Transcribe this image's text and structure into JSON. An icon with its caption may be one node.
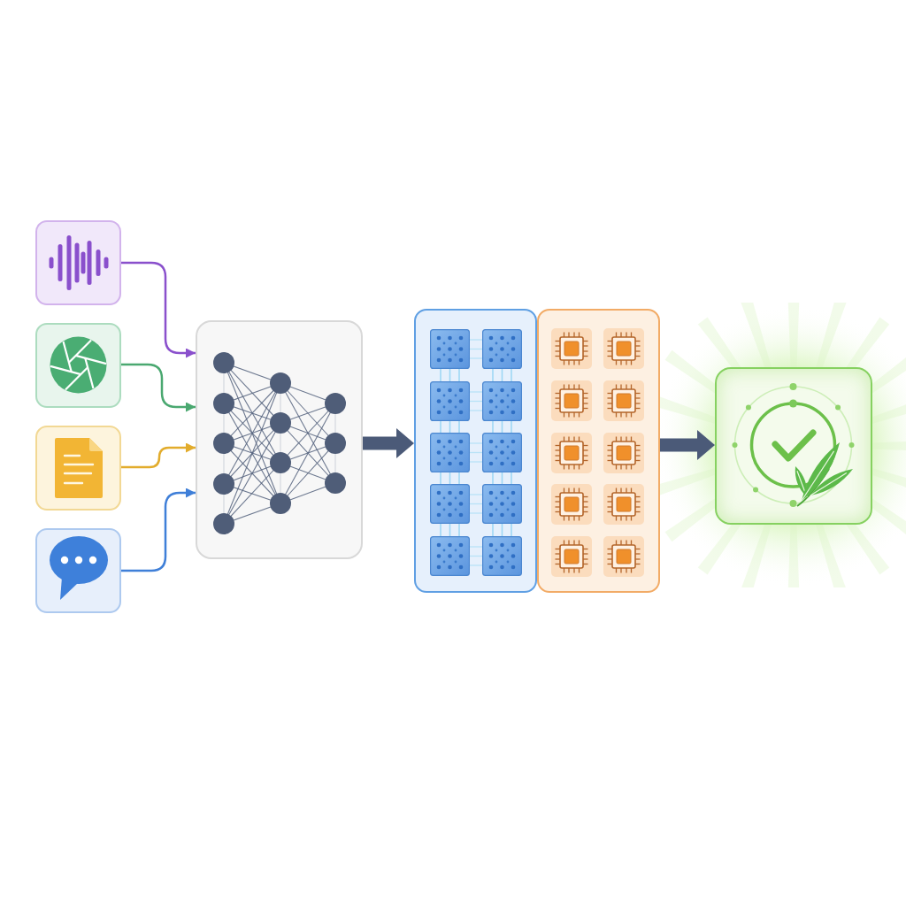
{
  "diagram": {
    "nodes": [
      {
        "text": [],
        "shape": "box"
      },
      {
        "text": [],
        "shape": "box"
      },
      {
        "text": [],
        "shape": "box"
      },
      {
        "text": [],
        "shape": "box"
      },
      {
        "text": [],
        "shape": "box"
      },
      {
        "text": [],
        "shape": "box"
      },
      {
        "text": [],
        "shape": "box"
      },
      {
        "text": [],
        "shape": "box"
      }
    ],
    "edges": [
      {
        "from": 0,
        "to": 4,
        "arrow": "to",
        "color": "#8a50cc"
      },
      {
        "from": 1,
        "to": 4,
        "arrow": "to",
        "color": "#4aa870"
      },
      {
        "from": 2,
        "to": 4,
        "arrow": "to",
        "color": "#e2ac2c"
      },
      {
        "from": 3,
        "to": 4,
        "arrow": "to",
        "color": "#3f7fd8"
      },
      {
        "from": 4,
        "to": 5,
        "arrow": "to",
        "style": "thick"
      },
      {
        "from": 6,
        "to": 7,
        "arrow": "to",
        "style": "thick"
      }
    ]
  }
}
